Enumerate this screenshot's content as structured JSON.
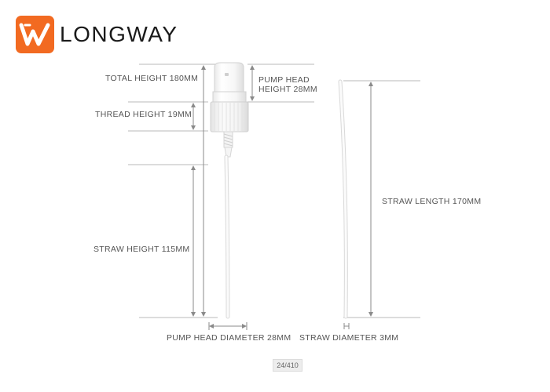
{
  "brand": {
    "name": "LONGWAY",
    "logo_icon": "longway-w-logo",
    "accent_color": "#F26A21"
  },
  "labels": {
    "total_height": "TOTAL HEIGHT 180MM",
    "thread_height": "THREAD HEIGHT 19MM",
    "straw_height": "STRAW HEIGHT 115MM",
    "pump_head_height_line1": "PUMP HEAD",
    "pump_head_height_line2": "HEIGHT 28MM",
    "pump_head_diameter": "PUMP HEAD DIAMETER 28MM",
    "straw_length": "STRAW LENGTH 170MM",
    "straw_diameter": "STRAW DIAMETER 3MM"
  },
  "pagination": {
    "counter": "24/410"
  }
}
